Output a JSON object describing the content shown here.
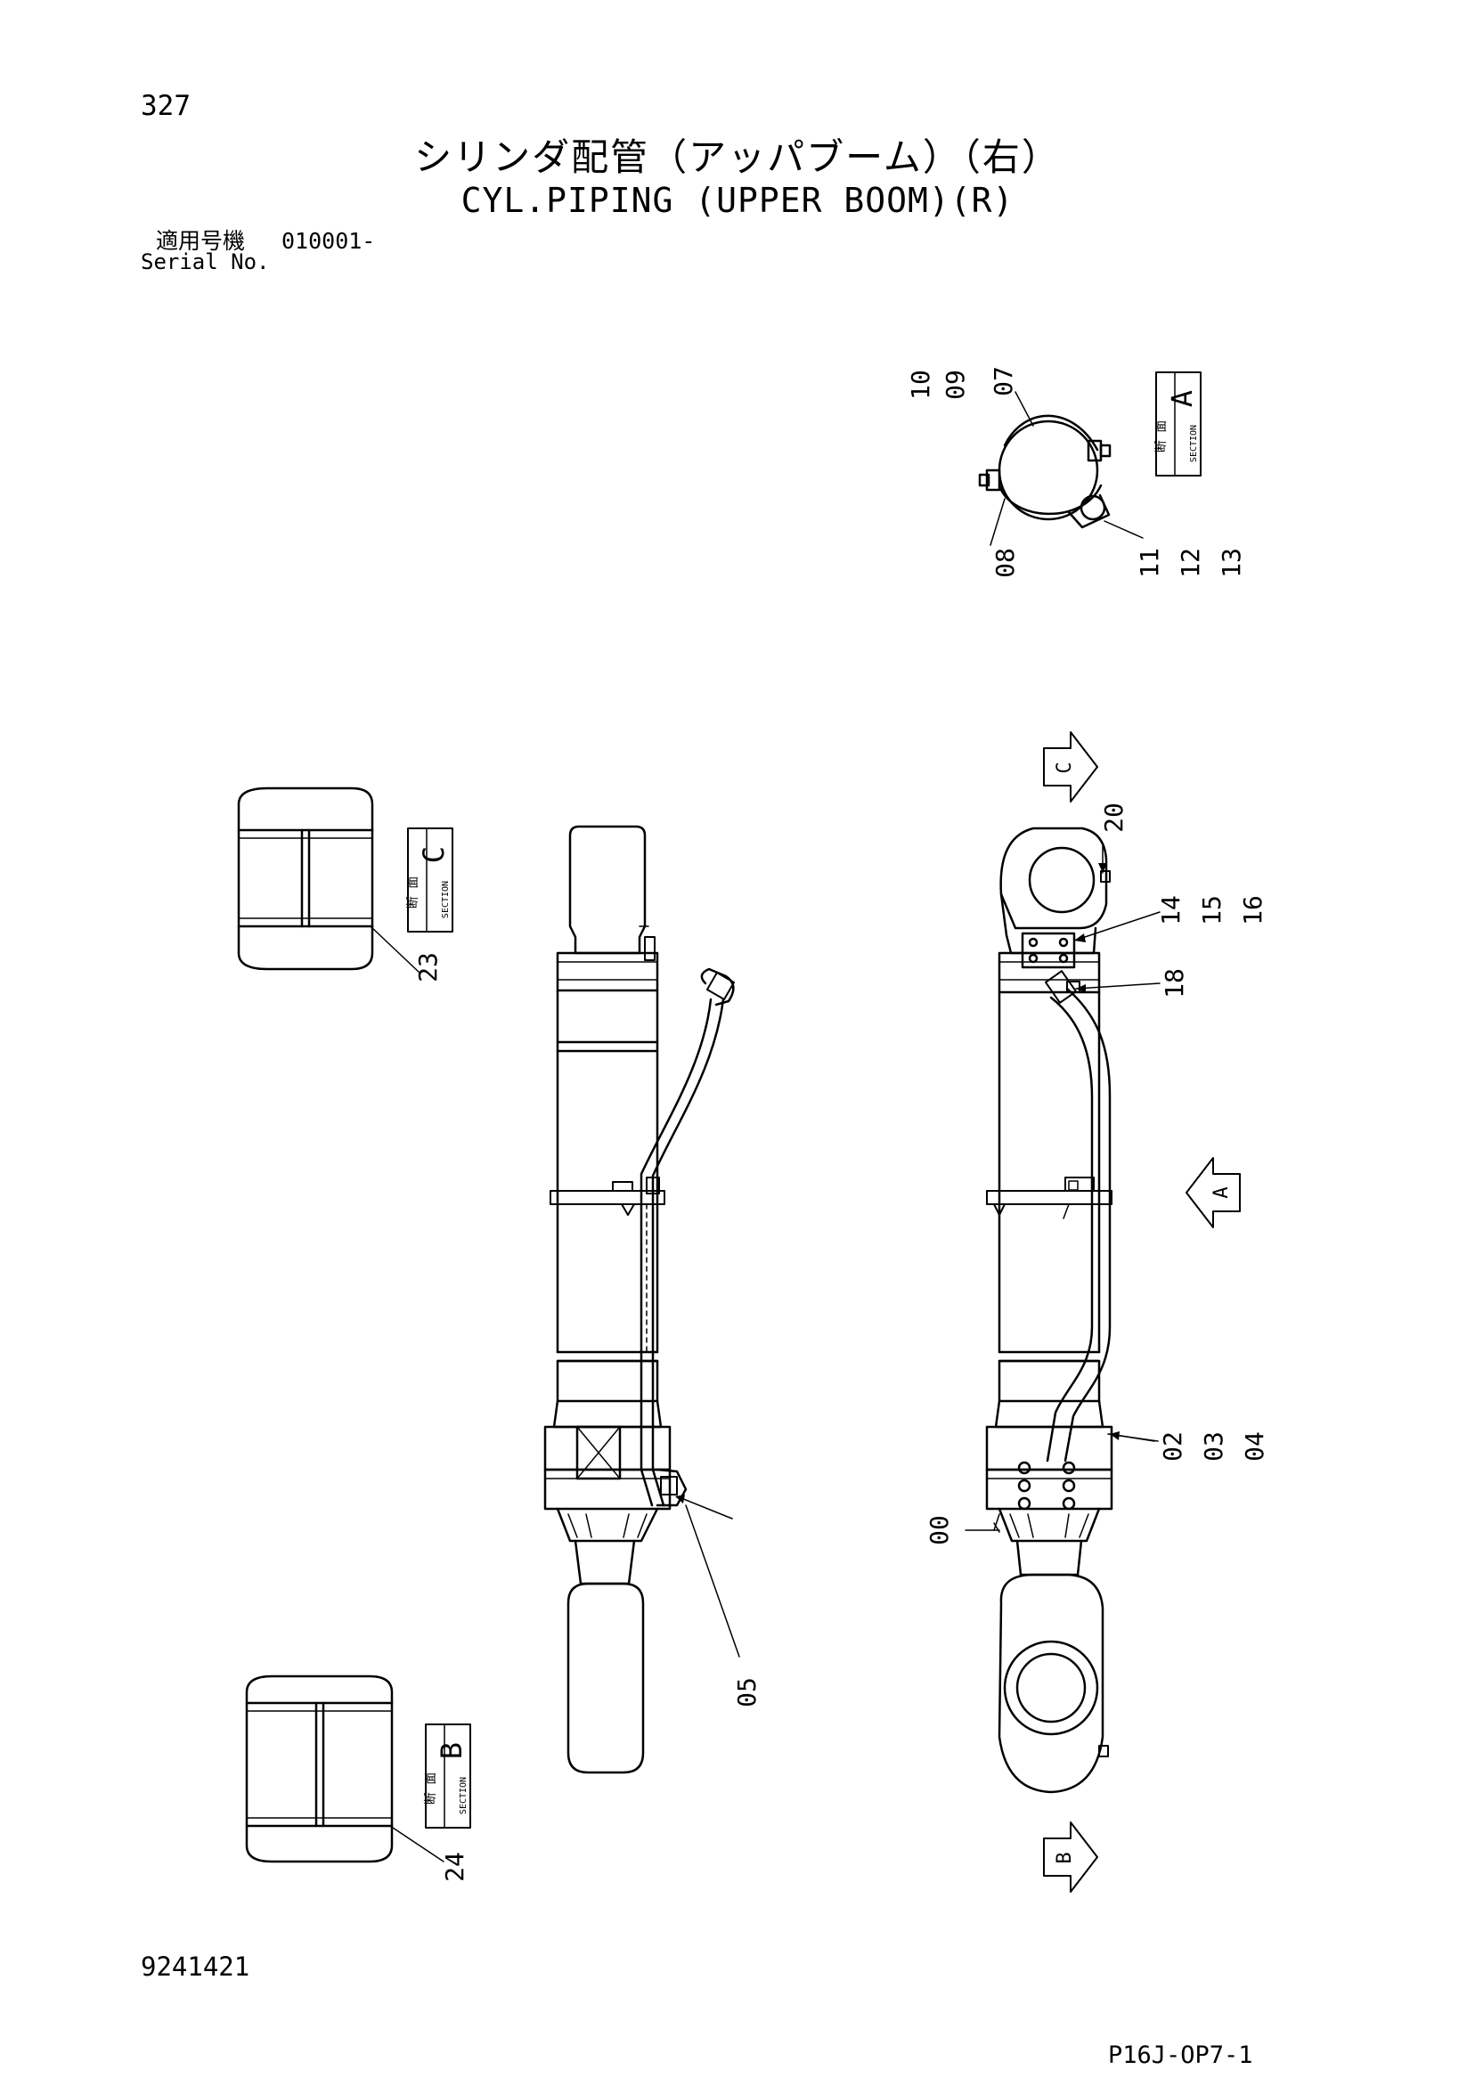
{
  "header": {
    "page_number": "327",
    "title_jp": "シリンダ配管（アッパブーム）（右）",
    "title_en": "CYL.PIPING (UPPER BOOM)(R)",
    "serial_label_jp": "適用号機",
    "serial_value": "010001-",
    "serial_label_en": "Serial No."
  },
  "sections": {
    "label_jp": "断 面",
    "label_en": "SECTION",
    "a": "A",
    "b": "B",
    "c": "C"
  },
  "callouts": {
    "p00": "00",
    "p02": "02",
    "p03": "03",
    "p04": "04",
    "p05": "05",
    "p07": "07",
    "p08": "08",
    "p09": "09",
    "p10": "10",
    "p11": "11",
    "p12": "12",
    "p13": "13",
    "p14": "14",
    "p15": "15",
    "p16": "16",
    "p18": "18",
    "p20": "20",
    "p23": "23",
    "p24": "24"
  },
  "view_arrows": {
    "a": "A",
    "b": "B",
    "c": "C"
  },
  "footer": {
    "drawing_code": "9241421",
    "page_code": "P16J-OP7-1"
  }
}
